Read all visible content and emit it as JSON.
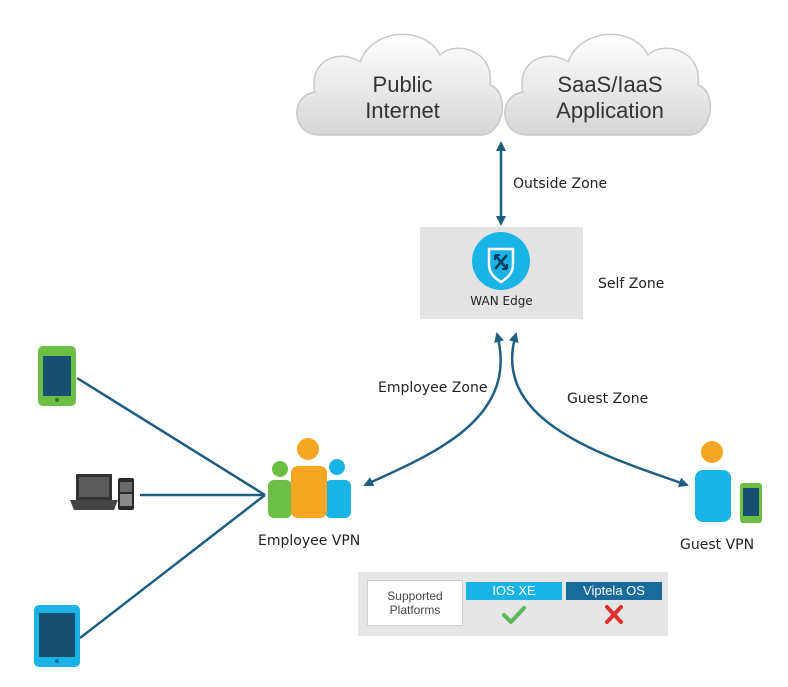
{
  "clouds": {
    "public_internet": {
      "line1": "Public",
      "line2": "Internet"
    },
    "saas": {
      "line1": "SaaS/IaaS",
      "line2": "Application"
    }
  },
  "zones": {
    "outside": "Outside Zone",
    "self": "Self Zone",
    "employee": "Employee Zone",
    "guest": "Guest Zone"
  },
  "wan_edge": {
    "label": "WAN Edge",
    "icon": "router-shield-icon"
  },
  "vpns": {
    "employee": "Employee VPN",
    "guest": "Guest VPN"
  },
  "devices": [
    "smartphone-icon",
    "laptop-phone-icon",
    "tablet-icon"
  ],
  "legend": {
    "title_line1": "Supported",
    "title_line2": "Platforms",
    "platforms": [
      {
        "name": "IOS XE",
        "supported": "yes",
        "mark": "check-icon"
      },
      {
        "name": "Viptela OS",
        "supported": "no",
        "mark": "cross-icon"
      }
    ]
  },
  "colors": {
    "line": "#1e5f80",
    "cyan": "#1ab3e6",
    "dark_blue": "#1b6a9c",
    "green": "#6cbf44",
    "orange": "#f5a623",
    "check": "#5cb85c",
    "cross": "#e03030"
  }
}
